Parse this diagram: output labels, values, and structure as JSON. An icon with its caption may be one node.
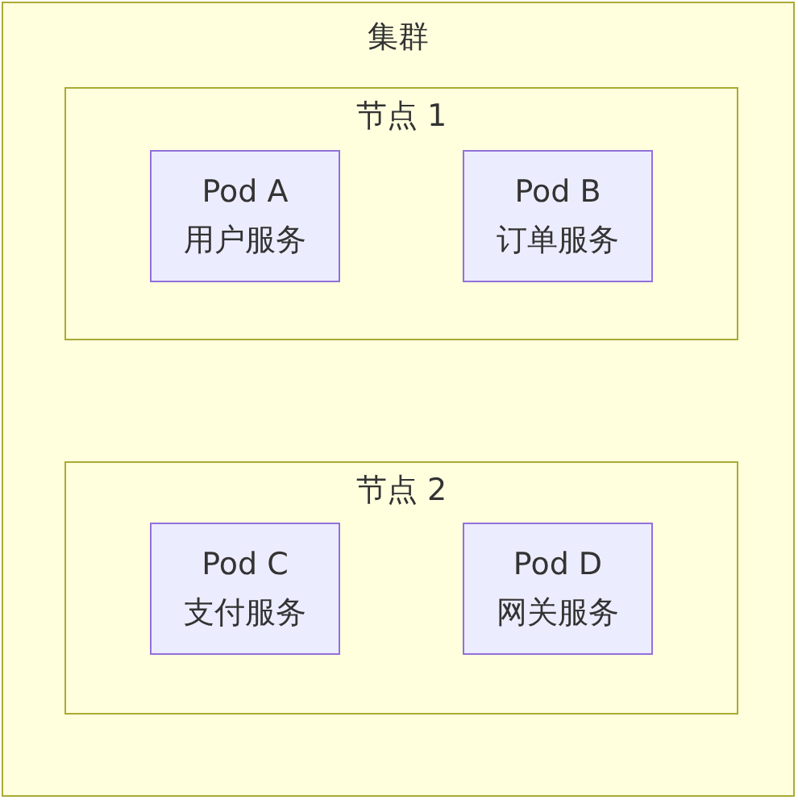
{
  "diagram": {
    "nodes": [
      {
        "text": [
          "集群"
        ]
      },
      {
        "text": [
          "节点 1"
        ],
        "in": 0
      },
      {
        "text": [
          "Pod A",
          "用户服务"
        ],
        "in": 1
      },
      {
        "text": [
          "Pod B",
          "订单服务"
        ],
        "in": 1
      },
      {
        "text": [
          "节点 2"
        ],
        "in": 0
      },
      {
        "text": [
          "Pod C",
          "支付服务"
        ],
        "in": 4
      },
      {
        "text": [
          "Pod D",
          "网关服务"
        ],
        "in": 4
      }
    ]
  }
}
